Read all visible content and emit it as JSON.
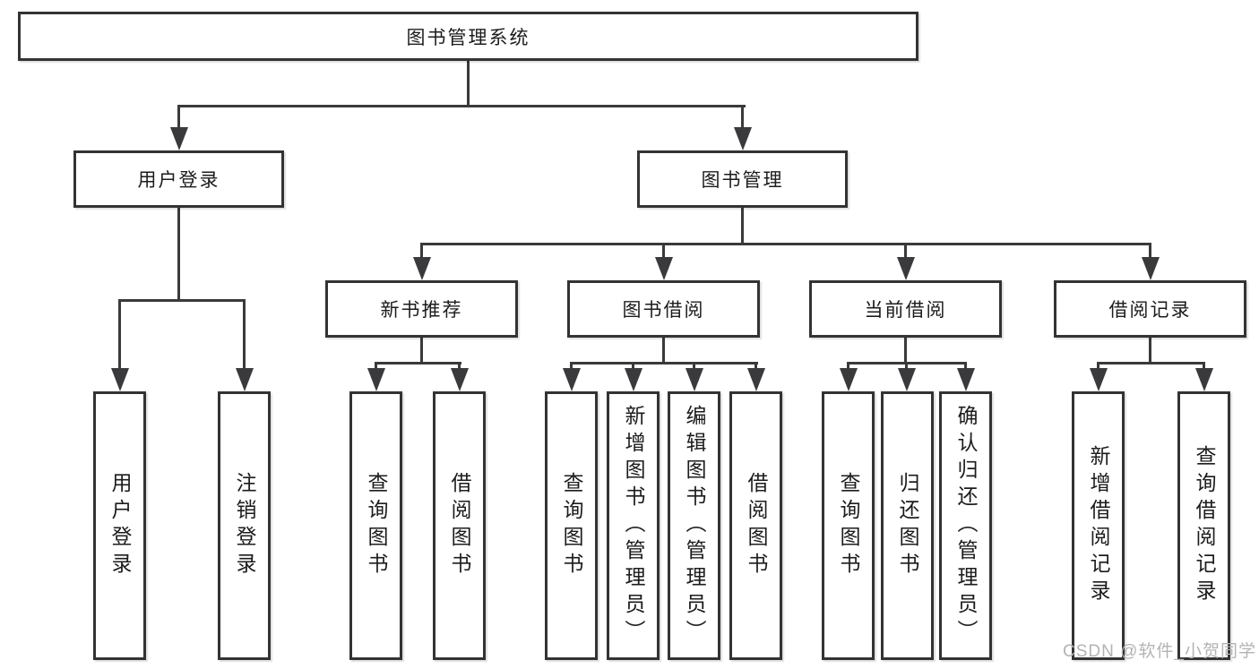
{
  "diagram": {
    "root": "图书管理系统",
    "branches": [
      {
        "label": "用户登录",
        "children": [
          {
            "label": "用户登录"
          },
          {
            "label": "注销登录"
          }
        ]
      },
      {
        "label": "图书管理",
        "children": [
          {
            "label": "新书推荐",
            "children": [
              {
                "label": "查询图书"
              },
              {
                "label": "借阅图书"
              }
            ]
          },
          {
            "label": "图书借阅",
            "children": [
              {
                "label": "查询图书"
              },
              {
                "label": "新增图书（管理员）"
              },
              {
                "label": "编辑图书（管理员）"
              },
              {
                "label": "借阅图书"
              }
            ]
          },
          {
            "label": "当前借阅",
            "children": [
              {
                "label": "查询图书"
              },
              {
                "label": "归还图书"
              },
              {
                "label": "确认归还（管理员）"
              }
            ]
          },
          {
            "label": "借阅记录",
            "children": [
              {
                "label": "新增借阅记录"
              },
              {
                "label": "查询借阅记录"
              }
            ]
          }
        ]
      }
    ]
  },
  "watermark": {
    "text": "CSDN @软件_小贺同学"
  },
  "colors": {
    "line": "#3a3a3c",
    "box_border": "#333336",
    "text": "#1c1c1c",
    "background": "#ffffff",
    "watermark": "#b3b3b3"
  }
}
